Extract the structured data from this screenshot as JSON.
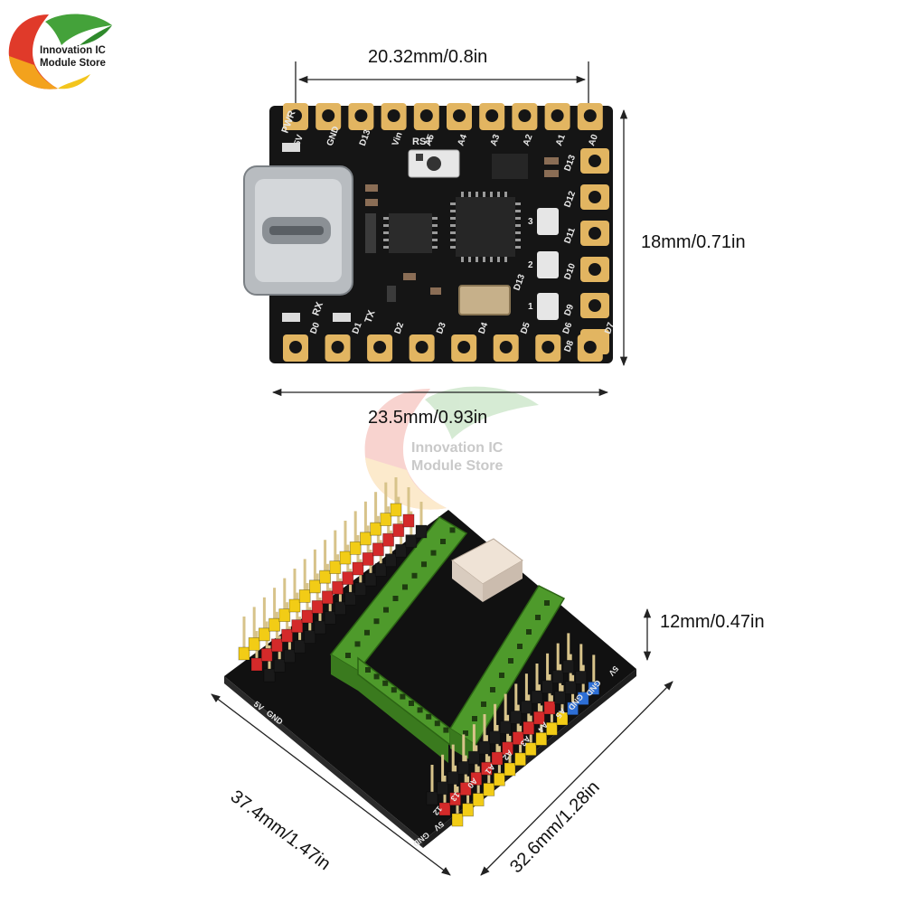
{
  "logo": {
    "line1": "Innovation IC",
    "line2": "Module Store"
  },
  "watermark": {
    "line1": "Innovation IC",
    "line2": "Module Store"
  },
  "dimensions": {
    "top_pitch": "20.32mm/0.8in",
    "board_height": "18mm/0.71in",
    "board_width": "23.5mm/0.93in",
    "shield_header_height": "12mm/0.47in",
    "shield_left_side": "37.4mm/1.47in",
    "shield_right_side": "32.6mm/1.28in"
  },
  "board": {
    "top_pins": [
      "5V",
      "GND",
      "D13",
      "Vin",
      "A5",
      "A4",
      "A3",
      "A2",
      "A1",
      "A0"
    ],
    "right_pins": [
      "D13",
      "D12",
      "D11",
      "D10",
      "D9",
      "D8"
    ],
    "bottom_pins": [
      "D0",
      "D1",
      "D2",
      "D3",
      "D4",
      "D5",
      "D6",
      "D7"
    ],
    "labels": {
      "pwr": "PWR",
      "rst": "RST",
      "rx": "RX",
      "tx": "TX",
      "d13": "D13",
      "n3": "3",
      "n2": "2",
      "n1": "1"
    }
  },
  "shield": {
    "left_edge_labels": [
      "GND",
      "5V"
    ],
    "right_edge_labels": [
      "5V",
      "GND",
      "GND",
      "A5",
      "A4",
      "A3",
      "A2",
      "A1",
      "A0",
      "13",
      "12"
    ],
    "bottom_labels": [
      "GND",
      "5V"
    ]
  },
  "colors": {
    "pcb": "#151515",
    "gold": "#e2b561",
    "usb": "#b8bcc0",
    "header_green": "#4e9a2b",
    "pin_red": "#d42a2a",
    "pin_yellow": "#f2cc16",
    "pin_blue": "#2d6fd6"
  }
}
